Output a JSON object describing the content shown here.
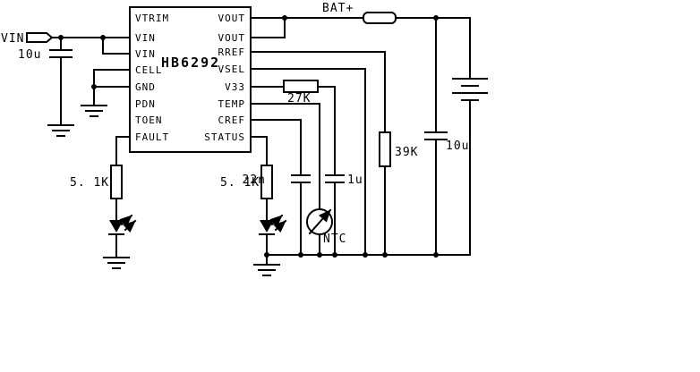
{
  "schematic": {
    "ic": {
      "part_number": "HB6292",
      "left_pins": [
        "VTRIM",
        "VIN",
        "VIN",
        "CELL",
        "GND",
        "PDN",
        "TOEN",
        "FAULT"
      ],
      "right_pins": [
        "VOUT",
        "VOUT",
        "RREF",
        "VSEL",
        "V33",
        "TEMP",
        "CREF",
        "STATUS"
      ]
    },
    "nets": {
      "input": "VIN",
      "battery": "BAT+"
    },
    "components": {
      "input_cap": "10u",
      "output_cap": "10u",
      "rref_resistor": "39K",
      "pullup_resistor": "27K",
      "cref_cap": "22n",
      "v33_cap": "1u",
      "thermistor": "NTC",
      "fault_resistor": "5. 1K",
      "status_resistor": "5. 1K"
    },
    "colors": {
      "wire": "#000000",
      "background": "#ffffff"
    }
  }
}
